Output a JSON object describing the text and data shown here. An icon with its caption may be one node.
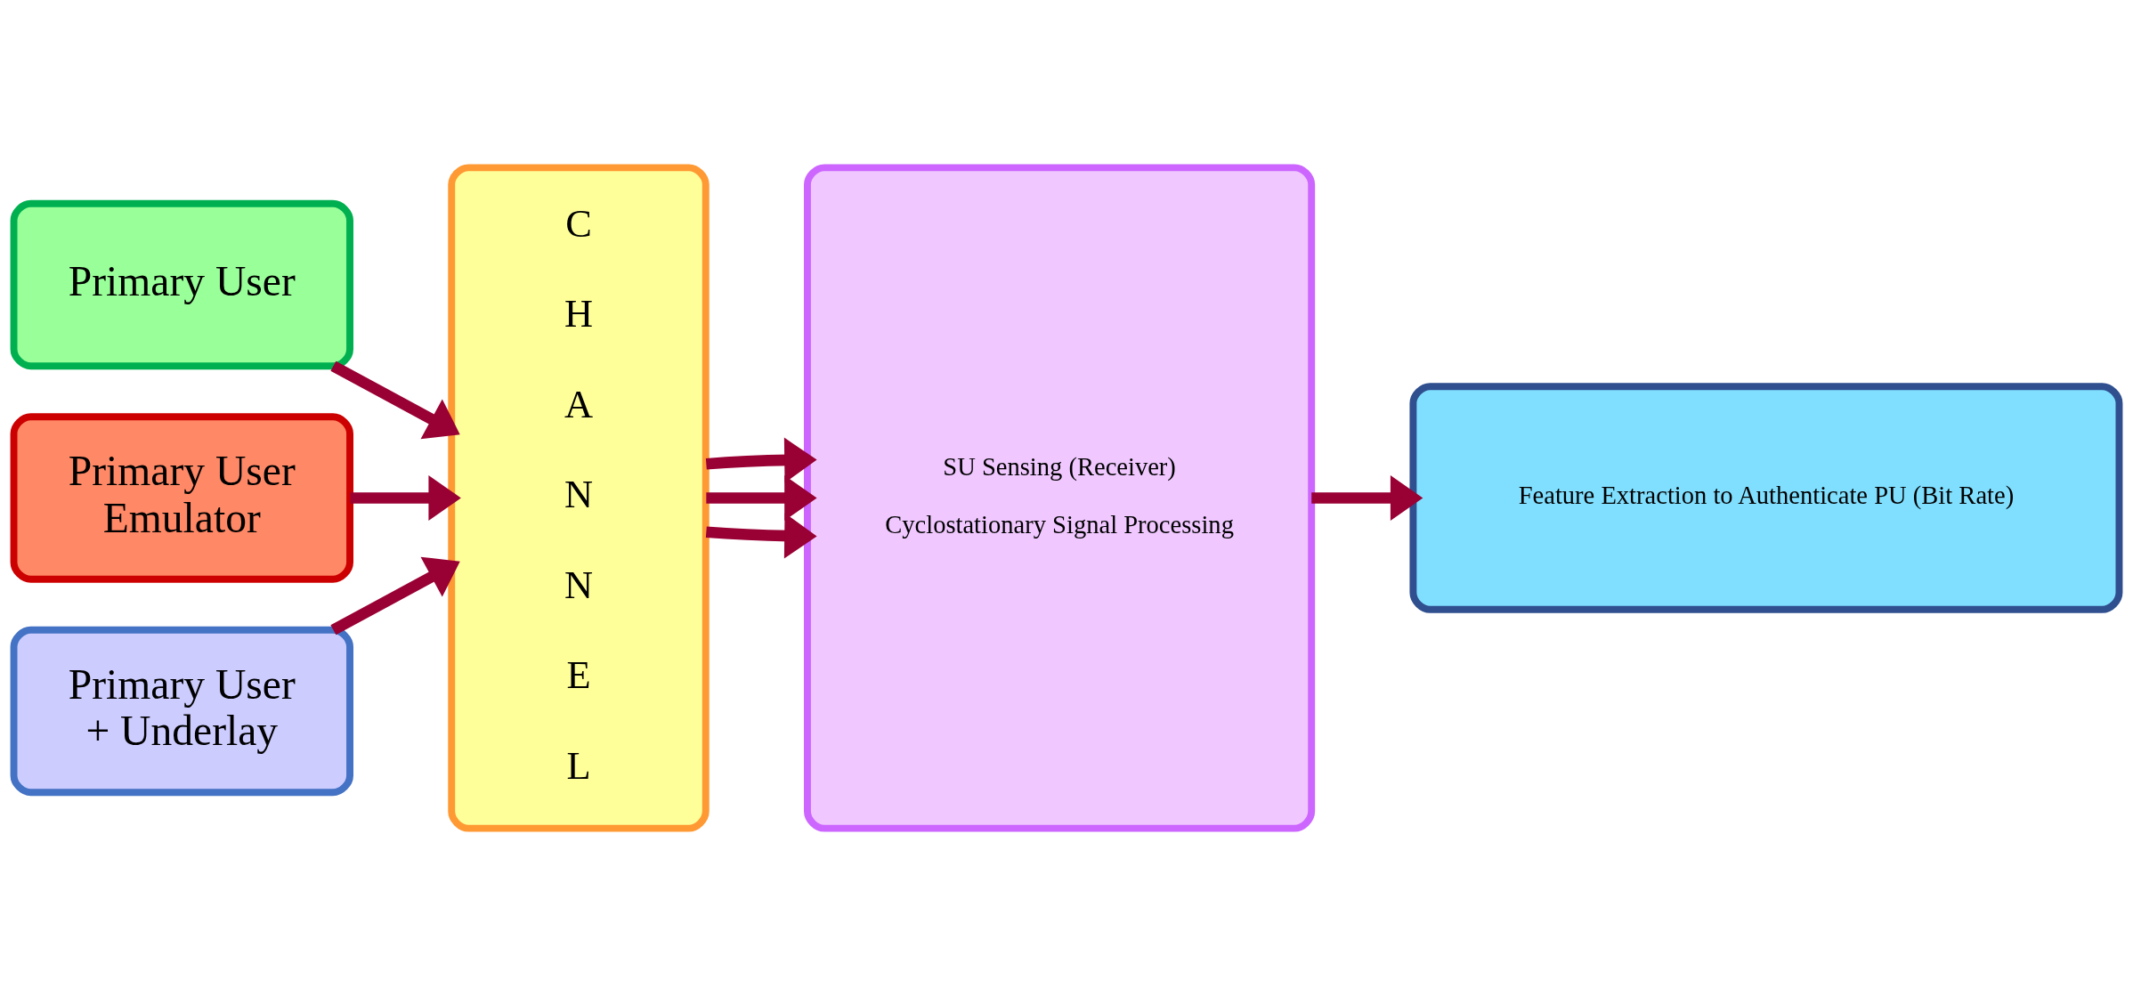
{
  "diagram": {
    "nodes": [
      {
        "text": [
          "Primary User"
        ]
      },
      {
        "text": [
          "Primary User Emulator"
        ]
      },
      {
        "text": [
          "Primary User + Underlay"
        ]
      },
      {
        "text": [
          "CHANNEL"
        ]
      },
      {
        "text": [
          "SU Sensing (Receiver)",
          "Cyclostationary Signal Processing"
        ]
      },
      {
        "text": [
          "Feature Extraction to Authenticate PU (Bit Rate)"
        ]
      }
    ],
    "edges": [
      {
        "from": 0,
        "to": 3,
        "arrow": "to"
      },
      {
        "from": 1,
        "to": 3,
        "arrow": "to"
      },
      {
        "from": 2,
        "to": 3,
        "arrow": "to"
      },
      {
        "from": 3,
        "to": 4,
        "arrow": "to"
      },
      {
        "from": 3,
        "to": 4,
        "arrow": "to"
      },
      {
        "from": 3,
        "to": 4,
        "arrow": "to"
      },
      {
        "from": 4,
        "to": 5,
        "arrow": "to"
      }
    ]
  }
}
